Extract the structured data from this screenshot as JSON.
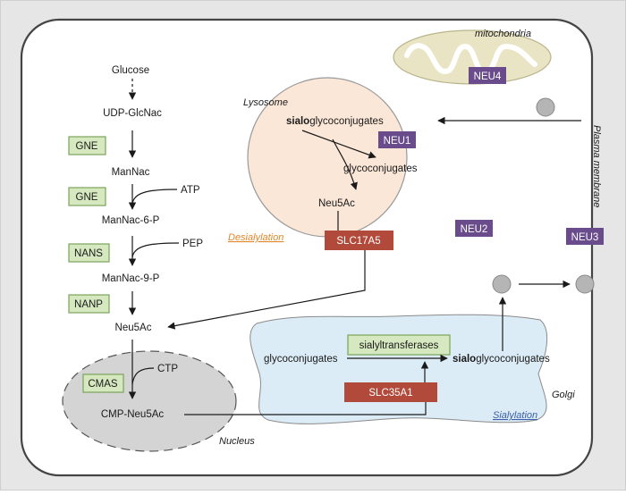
{
  "pathway": {
    "glucose": "Glucose",
    "udp_glcnac": "UDP-GlcNac",
    "mannac": "ManNac",
    "mannac6p": "ManNac-6-P",
    "mannac9p": "ManNac-9-P",
    "neu5ac": "Neu5Ac",
    "cmp_neu5ac": "CMP-Neu5Ac",
    "atp": "ATP",
    "pep": "PEP",
    "ctp": "CTP"
  },
  "enzymes": {
    "gne1": "GNE",
    "gne2": "GNE",
    "nans": "NANS",
    "nanp": "NANP",
    "cmas": "CMAS",
    "sialyltransferases": "sialyltransferases"
  },
  "transporters": {
    "slc17a5": "SLC17A5",
    "slc35a1": "SLC35A1"
  },
  "neuraminidases": {
    "neu1": "NEU1",
    "neu2": "NEU2",
    "neu3": "NEU3",
    "neu4": "NEU4"
  },
  "compartments": {
    "mitochondria": "mitochondria",
    "lysosome": "Lysosome",
    "plasma_membrane": "Plasma membrane",
    "golgi": "Golgi",
    "nucleus": "Nucleus"
  },
  "lysosome": {
    "sialo_bold": "sialo",
    "sialo_rest": "glycoconjugates",
    "glycoconjugates": "glycoconjugates",
    "neu5ac": "Neu5Ac"
  },
  "golgi": {
    "glycoconjugates": "glycoconjugates",
    "sialo_bold": "sialo",
    "sialo_rest": "glycoconjugates"
  },
  "processes": {
    "desialylation": "Desialylation",
    "sialylation": "Sialylation"
  },
  "colors": {
    "background": "#e6e6e6",
    "enzyme_fill": "#d6e8bf",
    "enzyme_stroke": "#7aa35a",
    "transporter": "#b24a3c",
    "neuraminidase": "#6a4c8c",
    "lysosome_fill": "#fbe7d8",
    "golgi_fill": "#dcecf7",
    "mito_fill": "#e9e4c4",
    "nucleus_fill": "#d4d4d4",
    "desialylation": "#e0872a",
    "sialylation": "#3a5fa8"
  }
}
